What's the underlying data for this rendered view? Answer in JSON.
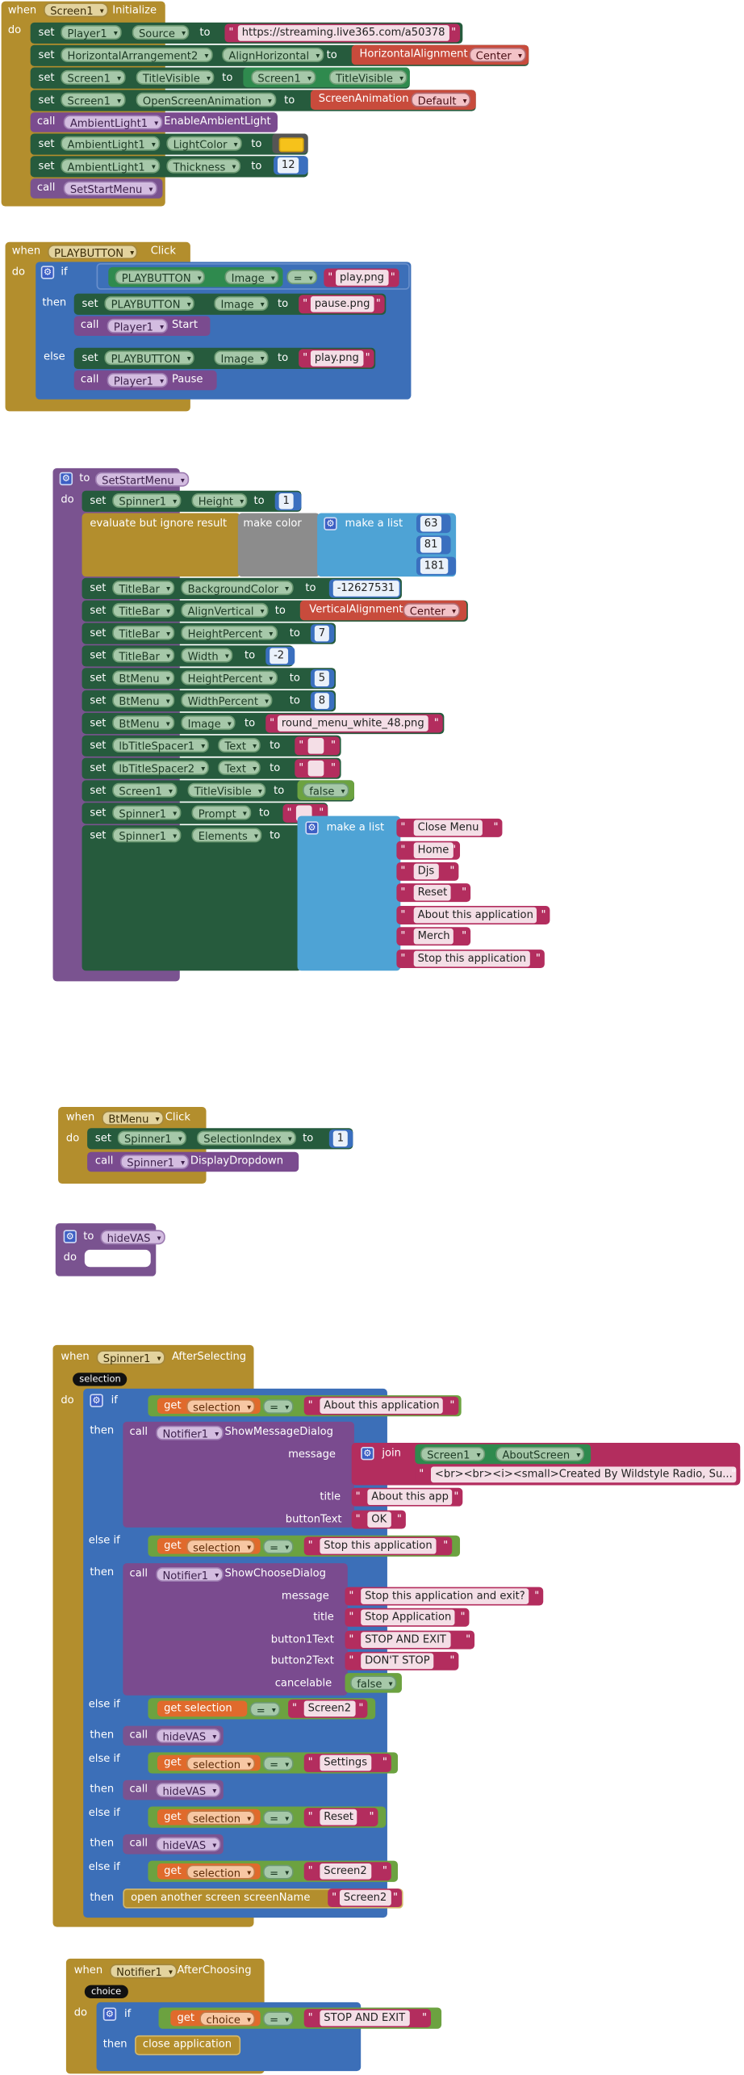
{
  "common": {
    "when": "when",
    "do": "do",
    "set": "set",
    "to": "to",
    "call": "call",
    "if": "if",
    "then": "then",
    "else": "else",
    "else_if": "else if",
    "get": "get",
    "eq": "="
  },
  "colors": {
    "event": "#B38E2D",
    "procedure": "#7A5390",
    "setter": "#265B3D",
    "call": "#7A4B8F",
    "text": "#B32D5E",
    "number": "#3A6FBF",
    "list": "#4EA3D5",
    "logic": "#6CA240",
    "color_yellow": "#F6C21B"
  },
  "icons": {
    "mutator": "gear-icon",
    "dropdown": "chevron-down-icon"
  },
  "b1": {
    "component": "Screen1",
    "event": "Initialize",
    "r1": {
      "comp": "Player1",
      "prop": "Source",
      "val": "https://streaming.live365.com/a50378"
    },
    "r2": {
      "comp": "HorizontalArrangement2",
      "prop": "AlignHorizontal",
      "cat": "HorizontalAlignment",
      "val": "Center"
    },
    "r3": {
      "comp": "Screen1",
      "prop": "TitleVisible",
      "vcomp": "Screen1",
      "vprop": "TitleVisible"
    },
    "r4": {
      "comp": "Screen1",
      "prop": "OpenScreenAnimation",
      "cat": "ScreenAnimation",
      "val": "Default"
    },
    "r5": {
      "comp": "AmbientLight1",
      "method": "EnableAmbientLight"
    },
    "r6": {
      "comp": "AmbientLight1",
      "prop": "LightColor"
    },
    "r7": {
      "comp": "AmbientLight1",
      "prop": "Thickness",
      "val": "12"
    },
    "r8": {
      "proc": "SetStartMenu"
    }
  },
  "b2": {
    "component": "PLAYBUTTON",
    "event": "Click",
    "cond": {
      "comp": "PLAYBUTTON",
      "prop": "Image",
      "val": "play.png"
    },
    "t1": {
      "comp": "PLAYBUTTON",
      "prop": "Image",
      "val": "pause.png"
    },
    "t2": {
      "comp": "Player1",
      "method": "Start"
    },
    "e1": {
      "comp": "PLAYBUTTON",
      "prop": "Image",
      "val": "play.png"
    },
    "e2": {
      "comp": "Player1",
      "method": "Pause"
    }
  },
  "b3": {
    "proc": "SetStartMenu",
    "r1": {
      "comp": "Spinner1",
      "prop": "Height",
      "val": "1"
    },
    "evaluate": "evaluate but ignore result",
    "make_color": "make color",
    "make_list": "make a list",
    "rgb": [
      "63",
      "81",
      "181"
    ],
    "r3": {
      "comp": "TitleBar",
      "prop": "BackgroundColor",
      "val": "-12627531"
    },
    "r4": {
      "comp": "TitleBar",
      "prop": "AlignVertical",
      "cat": "VerticalAlignment",
      "val": "Center"
    },
    "r5": {
      "comp": "TitleBar",
      "prop": "HeightPercent",
      "val": "7"
    },
    "r6": {
      "comp": "TitleBar",
      "prop": "Width",
      "val": "-2"
    },
    "r7": {
      "comp": "BtMenu",
      "prop": "HeightPercent",
      "val": "5"
    },
    "r8": {
      "comp": "BtMenu",
      "prop": "WidthPercent",
      "val": "8"
    },
    "r9": {
      "comp": "BtMenu",
      "prop": "Image",
      "val": "round_menu_white_48.png"
    },
    "r10": {
      "comp": "lbTitleSpacer1",
      "prop": "Text",
      "val": " "
    },
    "r11": {
      "comp": "lbTitleSpacer2",
      "prop": "Text",
      "val": " "
    },
    "r12": {
      "comp": "Screen1",
      "prop": "TitleVisible",
      "val": "false"
    },
    "r13": {
      "comp": "Spinner1",
      "prop": "Prompt",
      "val": " "
    },
    "r14": {
      "comp": "Spinner1",
      "prop": "Elements"
    },
    "items": [
      "Close Menu",
      "Home",
      "Djs",
      "Reset",
      "About this application",
      "Merch",
      "Stop this application"
    ]
  },
  "b4": {
    "component": "BtMenu",
    "event": "Click",
    "r1": {
      "comp": "Spinner1",
      "prop": "SelectionIndex",
      "val": "1"
    },
    "r2": {
      "comp": "Spinner1",
      "method": "DisplayDropdown"
    }
  },
  "b5": {
    "proc": "hideVAS"
  },
  "b6": {
    "component": "Spinner1",
    "event": "AfterSelecting",
    "param": "selection",
    "var": "selection",
    "c1": "About this application",
    "n1": {
      "comp": "Notifier1",
      "method": "ShowMessageDialog",
      "message": "message",
      "title_lbl": "title",
      "btn_lbl": "buttonText",
      "join": "join",
      "screen": "Screen1",
      "screen_prop": "AboutScreen",
      "credits": "<br><br><i><small>Created By Wildstyle Radio, Su...",
      "title": "About this app",
      "button": "OK"
    },
    "c2": "Stop this application",
    "n2": {
      "comp": "Notifier1",
      "method": "ShowChooseDialog",
      "message_lbl": "message",
      "title_lbl": "title",
      "b1_lbl": "button1Text",
      "b2_lbl": "button2Text",
      "cancel_lbl": "cancelable",
      "message": "Stop this application and exit?",
      "title": "Stop Application",
      "b1": "STOP AND EXIT",
      "b2": "DON'T STOP",
      "cancel": "false"
    },
    "c3": "Screen2",
    "p3": "hideVAS",
    "c4": "Settings",
    "p4": "hideVAS",
    "c5": "Reset",
    "p5": "hideVAS",
    "c6": "Screen2",
    "open": "open another screen  screenName",
    "open_val": "Screen2"
  },
  "b7": {
    "component": "Notifier1",
    "event": "AfterChoosing",
    "param": "choice",
    "var": "choice",
    "val": "STOP AND EXIT",
    "action": "close application"
  }
}
